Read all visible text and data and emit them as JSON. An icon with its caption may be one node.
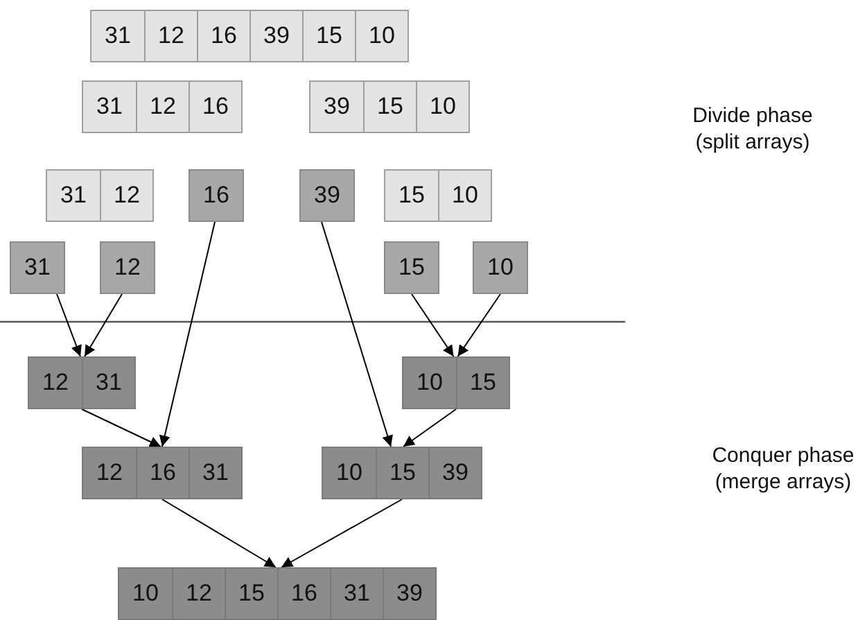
{
  "diagram": {
    "nodes": [
      {
        "text": [
          "31",
          "12",
          "16",
          "39",
          "15",
          "10"
        ]
      },
      {
        "text": [
          "31",
          "12",
          "16"
        ]
      },
      {
        "text": [
          "39",
          "15",
          "10"
        ]
      },
      {
        "text": [
          "31",
          "12"
        ]
      },
      {
        "text": [
          "16"
        ]
      },
      {
        "text": [
          "39"
        ]
      },
      {
        "text": [
          "15",
          "10"
        ]
      },
      {
        "text": [
          "31"
        ]
      },
      {
        "text": [
          "12"
        ]
      },
      {
        "text": [
          "15"
        ]
      },
      {
        "text": [
          "10"
        ]
      },
      {
        "text": [
          "12",
          "31"
        ]
      },
      {
        "text": [
          "10",
          "15"
        ]
      },
      {
        "text": [
          "12",
          "16",
          "31"
        ]
      },
      {
        "text": [
          "10",
          "15",
          "39"
        ]
      },
      {
        "text": [
          "10",
          "12",
          "15",
          "16",
          "31",
          "39"
        ]
      }
    ],
    "edges": [
      {
        "from": 4,
        "to": 13,
        "arrow": "to"
      },
      {
        "from": 5,
        "to": 14,
        "arrow": "to"
      },
      {
        "from": 7,
        "to": 11,
        "arrow": "to"
      },
      {
        "from": 8,
        "to": 11,
        "arrow": "to"
      },
      {
        "from": 9,
        "to": 12,
        "arrow": "to"
      },
      {
        "from": 10,
        "to": 12,
        "arrow": "to"
      },
      {
        "from": 11,
        "to": 13,
        "arrow": "to"
      },
      {
        "from": 12,
        "to": 14,
        "arrow": "to"
      },
      {
        "from": 13,
        "to": 15,
        "arrow": "to"
      },
      {
        "from": 14,
        "to": 15,
        "arrow": "to"
      }
    ],
    "labels": [
      "Divide phase (split arrays)",
      "Conquer phase (merge arrays)"
    ]
  }
}
